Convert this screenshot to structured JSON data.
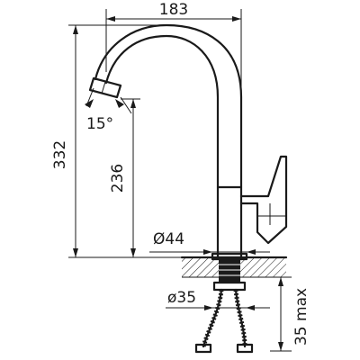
{
  "dimensions": {
    "width_top": "183",
    "height_total": "332",
    "height_spout": "236",
    "angle": "15°",
    "base_diameter": "Ø44",
    "hole_diameter": "ø35",
    "max_thickness": "35 max"
  }
}
